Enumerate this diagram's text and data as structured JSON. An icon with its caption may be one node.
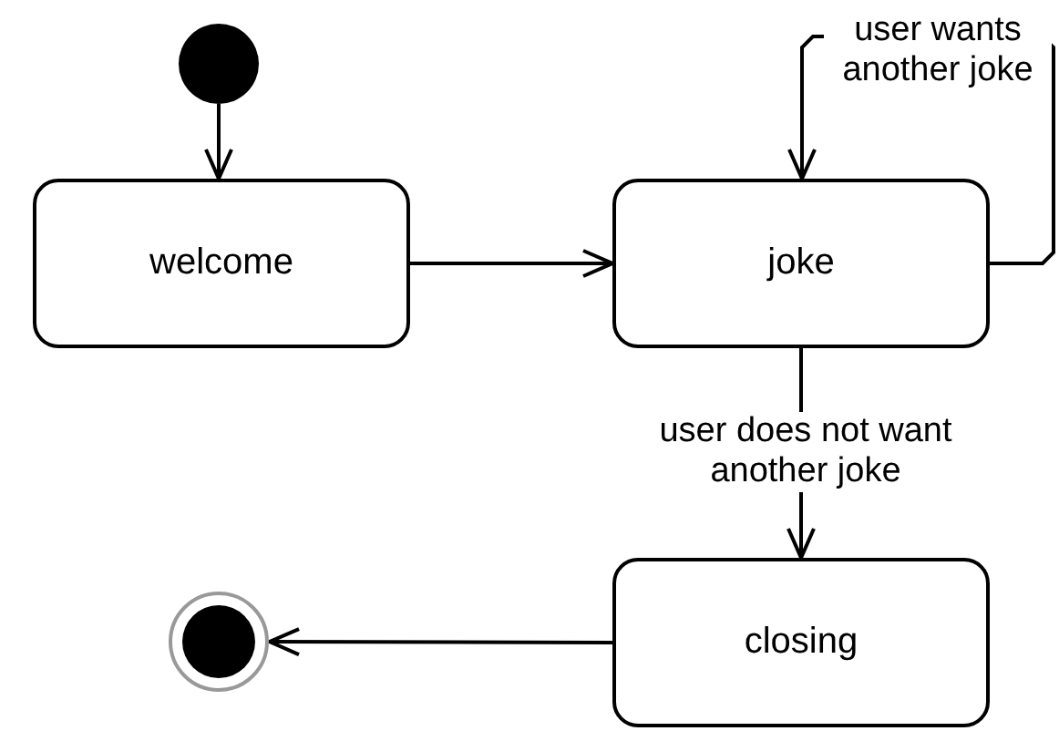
{
  "diagram": {
    "nodes": [
      {
        "text": [],
        "shape": "circle"
      },
      {
        "text": [
          "welcome"
        ]
      },
      {
        "text": [
          "joke"
        ]
      },
      {
        "text": [
          "closing"
        ]
      },
      {
        "text": [],
        "shape": "circle"
      }
    ],
    "edges": [
      {
        "from": 0,
        "to": 1,
        "arrow": "to"
      },
      {
        "from": 1,
        "to": 2,
        "arrow": "to"
      },
      {
        "from": 2,
        "to": 2,
        "arrow": "to",
        "label": "user wants another joke"
      },
      {
        "from": 2,
        "to": 3,
        "arrow": "to",
        "label": "user does not want another joke"
      },
      {
        "from": 3,
        "to": 4,
        "arrow": "to"
      }
    ]
  }
}
